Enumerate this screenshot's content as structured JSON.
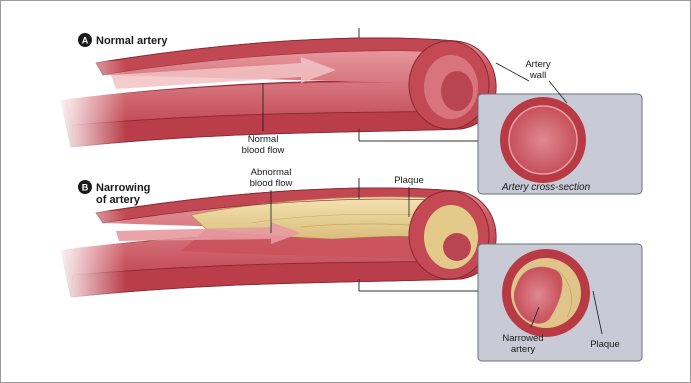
{
  "panel_a": {
    "badge": "A",
    "title": "Normal artery",
    "artery_wall_label": [
      "Artery",
      "wall"
    ],
    "normal_flow_label": [
      "Normal",
      "blood flow"
    ],
    "cross_section_caption": "Artery cross-section"
  },
  "panel_b": {
    "badge": "B",
    "title": [
      "Narrowing",
      "of artery"
    ],
    "abnormal_flow_label": [
      "Abnormal",
      "blood flow"
    ],
    "plaque_label": "Plaque",
    "narrowed_label": [
      "Narrowed",
      "artery"
    ],
    "inset_plaque_label": "Plaque"
  },
  "colors": {
    "artery_outer": "#a8323c",
    "artery_wall": "#cf5560",
    "lumen": "#d9727a",
    "plaque": "#ead49a",
    "inset_bg": "#c8cbd6",
    "frame_bg": "#fafafa"
  }
}
